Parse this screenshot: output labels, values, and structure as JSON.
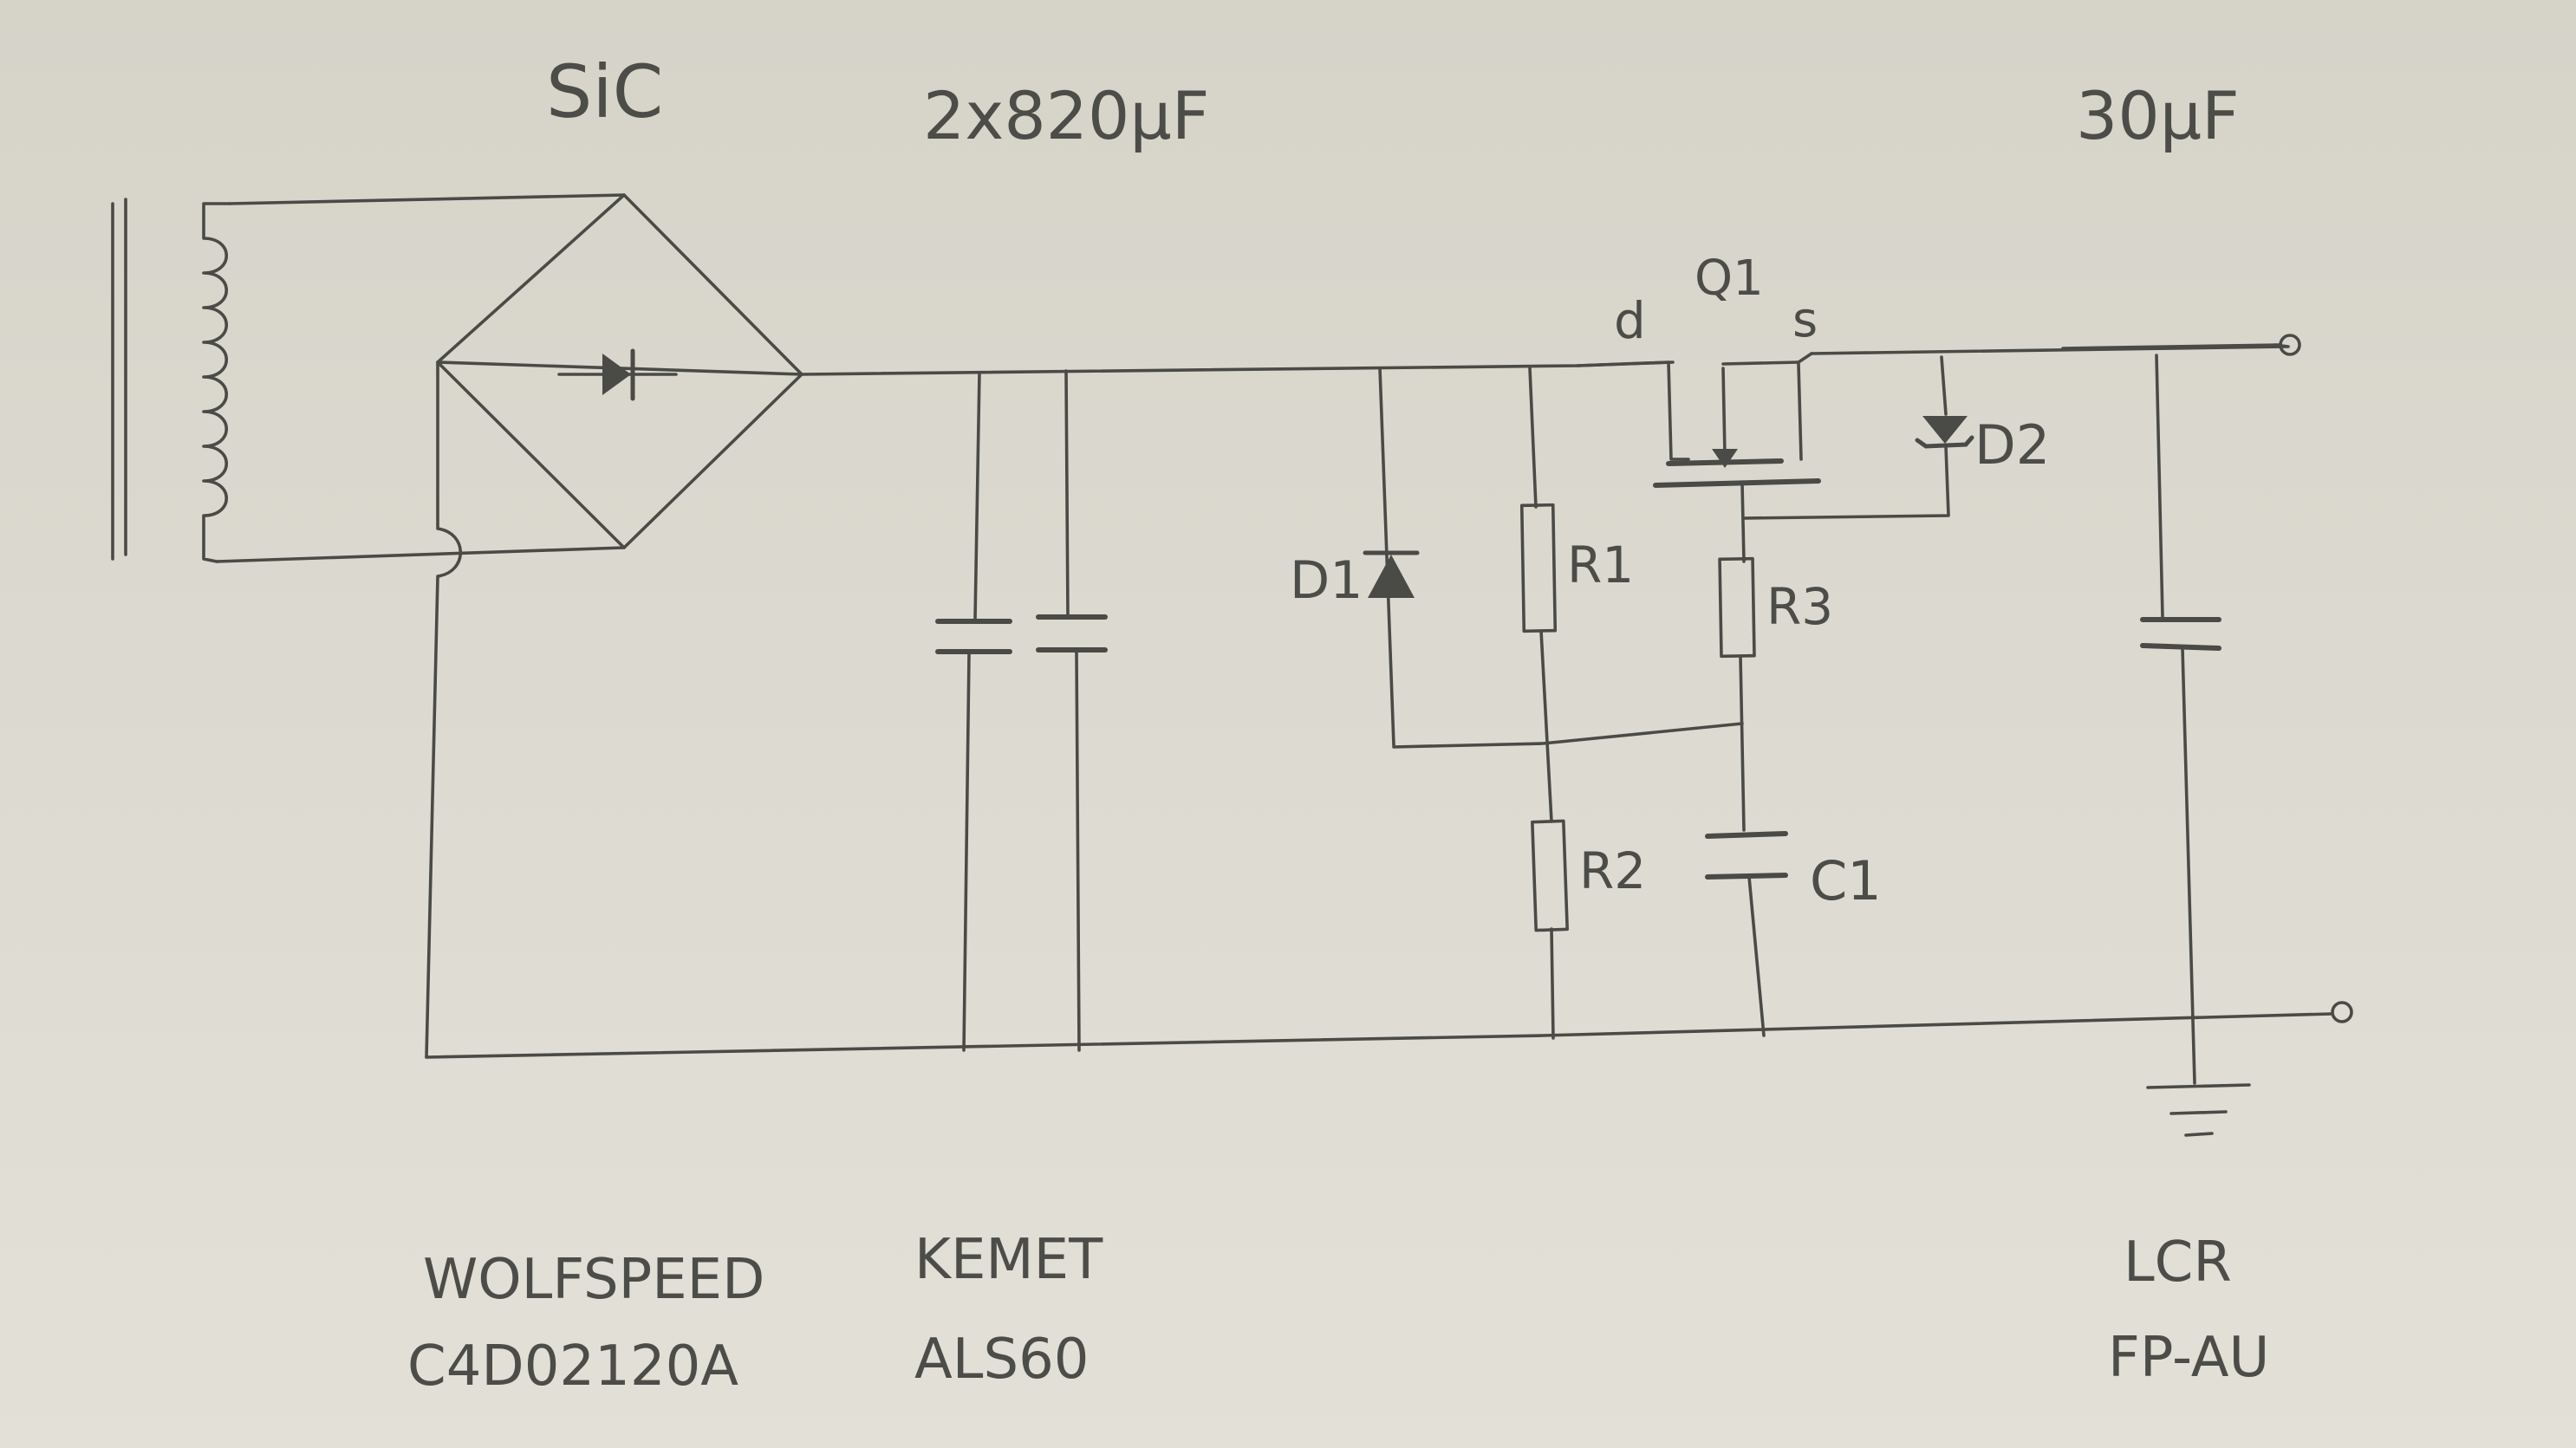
{
  "labels": {
    "bridge_tech": "SiC",
    "bulk_caps": "2x820μF",
    "out_cap": "30μF",
    "q1": "Q1",
    "drain": "d",
    "source": "s",
    "d1": "D1",
    "d2": "D2",
    "r1": "R1",
    "r2": "R2",
    "r3": "R3",
    "c1": "C1"
  },
  "footer": {
    "bridge_vendor": "WOLFSPEED",
    "bridge_part": "C4D02120A",
    "cap_vendor": "KEMET",
    "cap_part": "ALS60",
    "out_vendor": "LCR",
    "out_part": "FP-AU"
  }
}
